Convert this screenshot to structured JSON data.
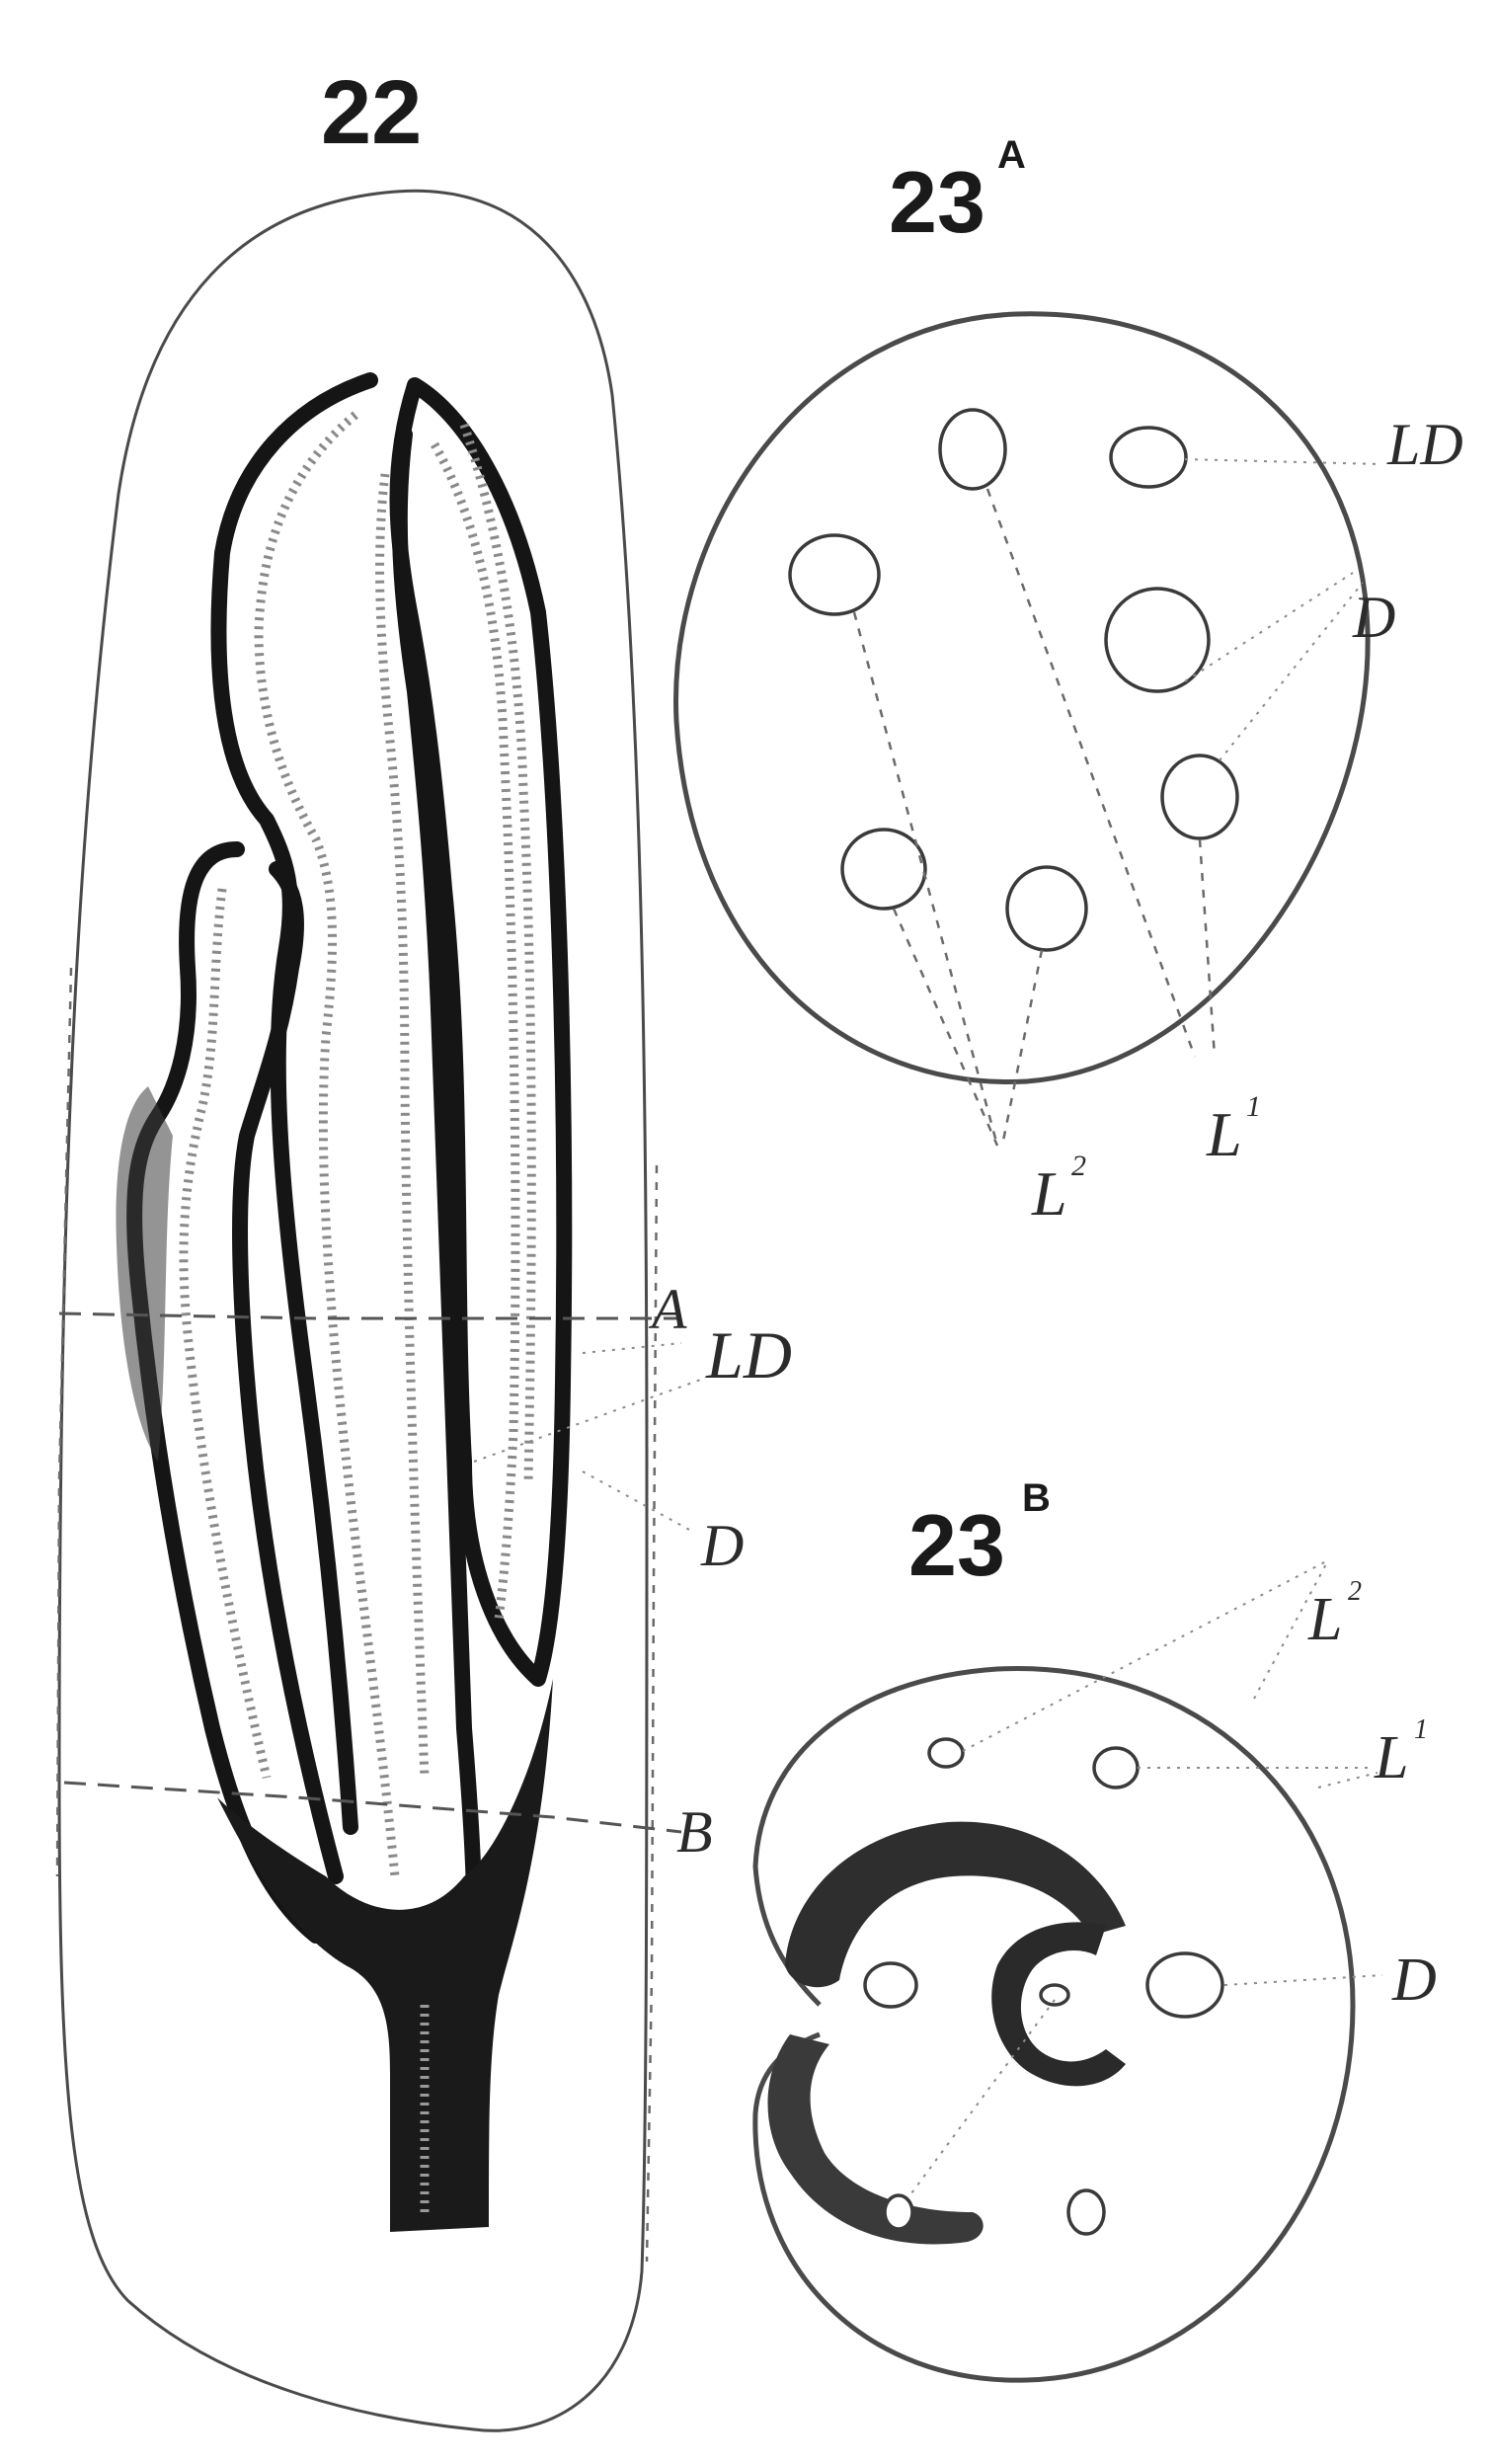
{
  "figure_22": {
    "number": "22",
    "labels": {
      "section_a": "A",
      "section_b": "B",
      "ld": "LD",
      "d": "D"
    }
  },
  "figure_23a": {
    "number": "23",
    "superscript": "A",
    "labels": {
      "ld": "LD",
      "d": "D",
      "l1": "L",
      "l1_mark": "1",
      "l2": "L",
      "l2_mark": "2"
    }
  },
  "figure_23b": {
    "number": "23",
    "superscript": "B",
    "labels": {
      "l2": "L",
      "l2_mark": "2",
      "l1": "L",
      "l1_mark": "1",
      "d": "D"
    }
  }
}
